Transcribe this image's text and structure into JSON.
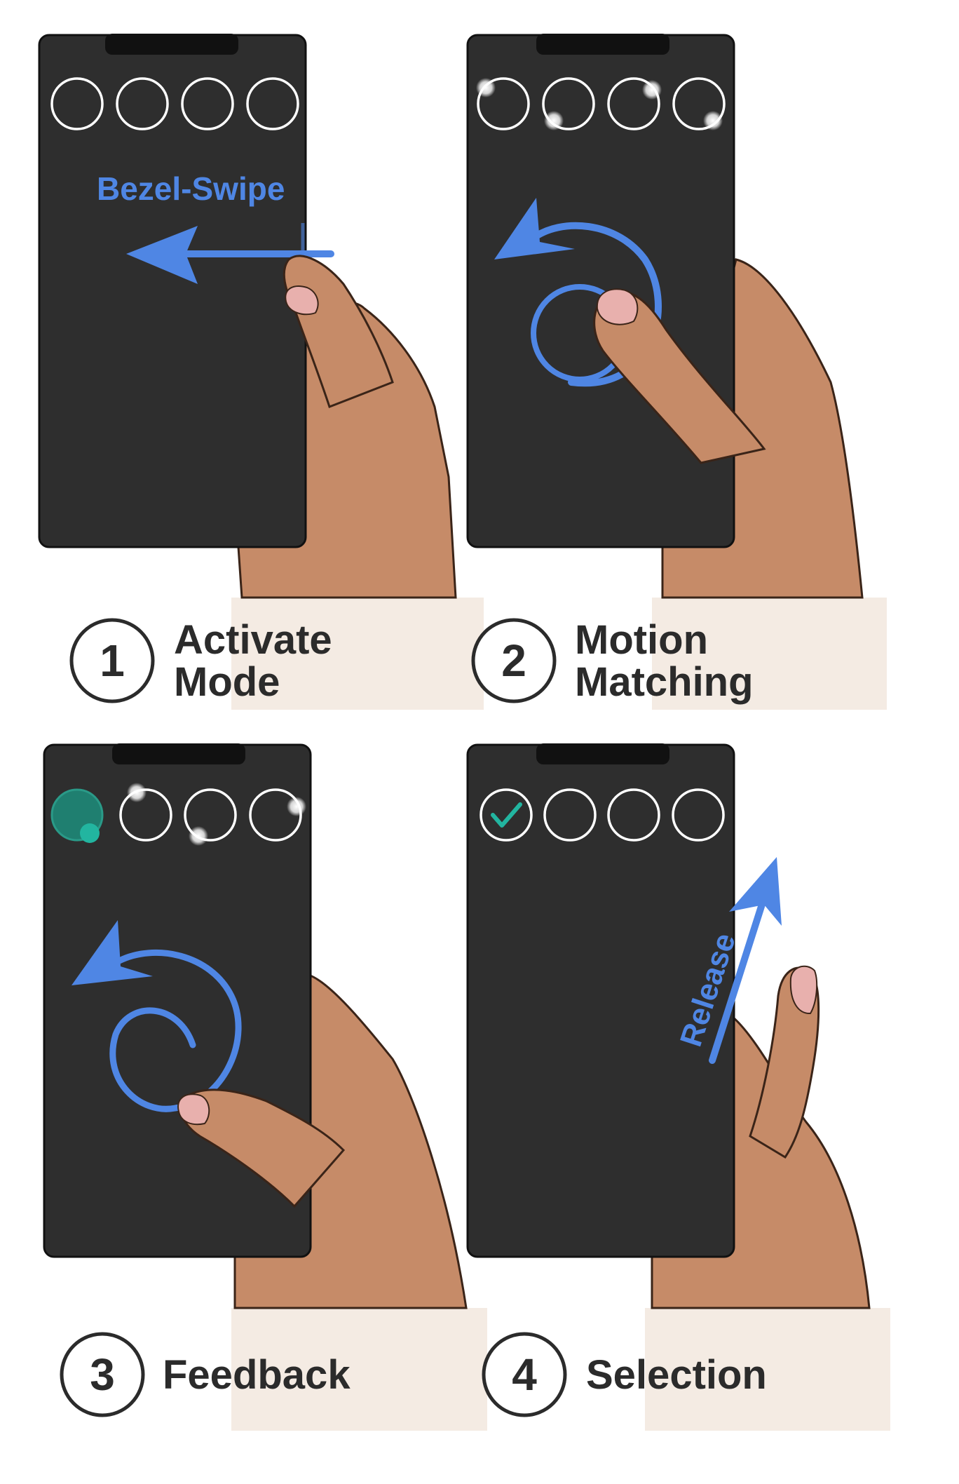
{
  "colors": {
    "screen": "#2e2e2e",
    "skin": "#c68b68",
    "skin_outline": "#3a2418",
    "nail": "#e8b0ad",
    "label_band": "#f4ebe3",
    "gesture": "#4f86e4",
    "selected": "#1f7f70",
    "selected_dot": "#22b5a0",
    "text": "#2b2b2b"
  },
  "panels": [
    {
      "step_number": "1",
      "title_lines": [
        "Activate",
        "Mode"
      ],
      "gesture_label": "Bezel-Swipe",
      "gesture_icon": "left-arrow-icon",
      "targets": [
        "ring",
        "ring",
        "ring",
        "ring"
      ]
    },
    {
      "step_number": "2",
      "title_lines": [
        "Motion",
        "Matching"
      ],
      "gesture_label": "",
      "gesture_icon": "circular-arrow-icon",
      "targets": [
        "orbiting-ring",
        "orbiting-ring",
        "orbiting-ring",
        "orbiting-ring"
      ]
    },
    {
      "step_number": "3",
      "title_lines": [
        "Feedback"
      ],
      "gesture_label": "",
      "gesture_icon": "spiral-arrow-icon",
      "targets": [
        "highlighted-ring",
        "orbiting-ring",
        "orbiting-ring",
        "orbiting-ring"
      ]
    },
    {
      "step_number": "4",
      "title_lines": [
        "Selection"
      ],
      "gesture_label": "Release",
      "gesture_icon": "up-arrow-icon",
      "targets": [
        "checked-ring",
        "ring",
        "ring",
        "ring"
      ]
    }
  ]
}
